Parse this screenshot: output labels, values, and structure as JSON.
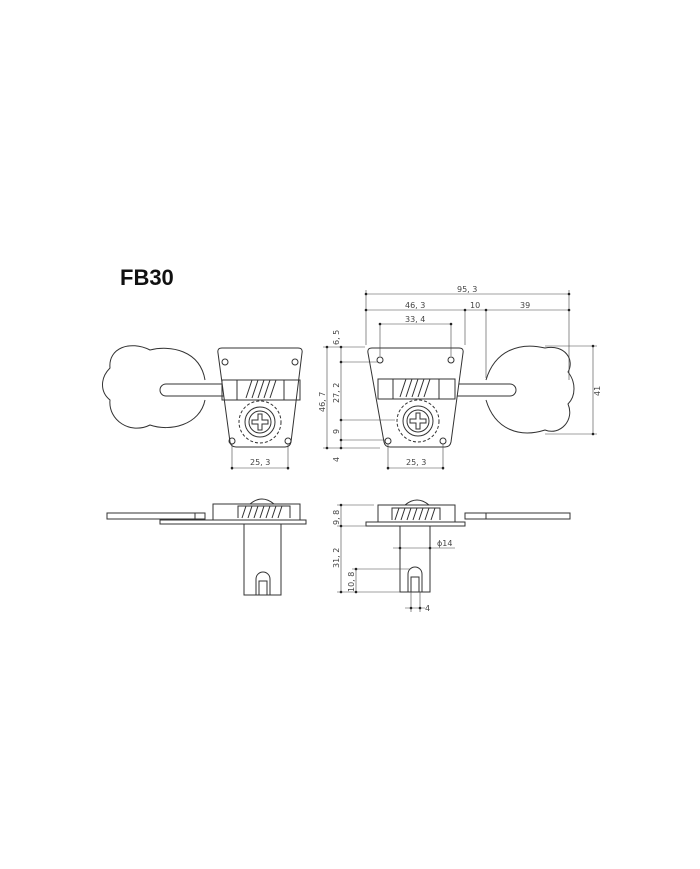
{
  "title": "FB30",
  "dimensions": {
    "overall_length": "95, 3",
    "plate_width": "46, 3",
    "shaft_gap": "10",
    "key_length": "39",
    "top_hole_spacing": "33, 4",
    "bottom_hole_spacing_left": "25, 3",
    "bottom_hole_spacing_right": "25, 3",
    "plate_height": "46, 7",
    "top_offset": "6, 5",
    "hole_to_gear": "27, 2",
    "gear_to_hole": "9",
    "bottom_offset": "4",
    "key_height": "41",
    "housing_height": "9, 8",
    "post_length": "31, 2",
    "post_diameter": "ϕ14",
    "slot_height": "10, 8",
    "slot_width": "4"
  }
}
